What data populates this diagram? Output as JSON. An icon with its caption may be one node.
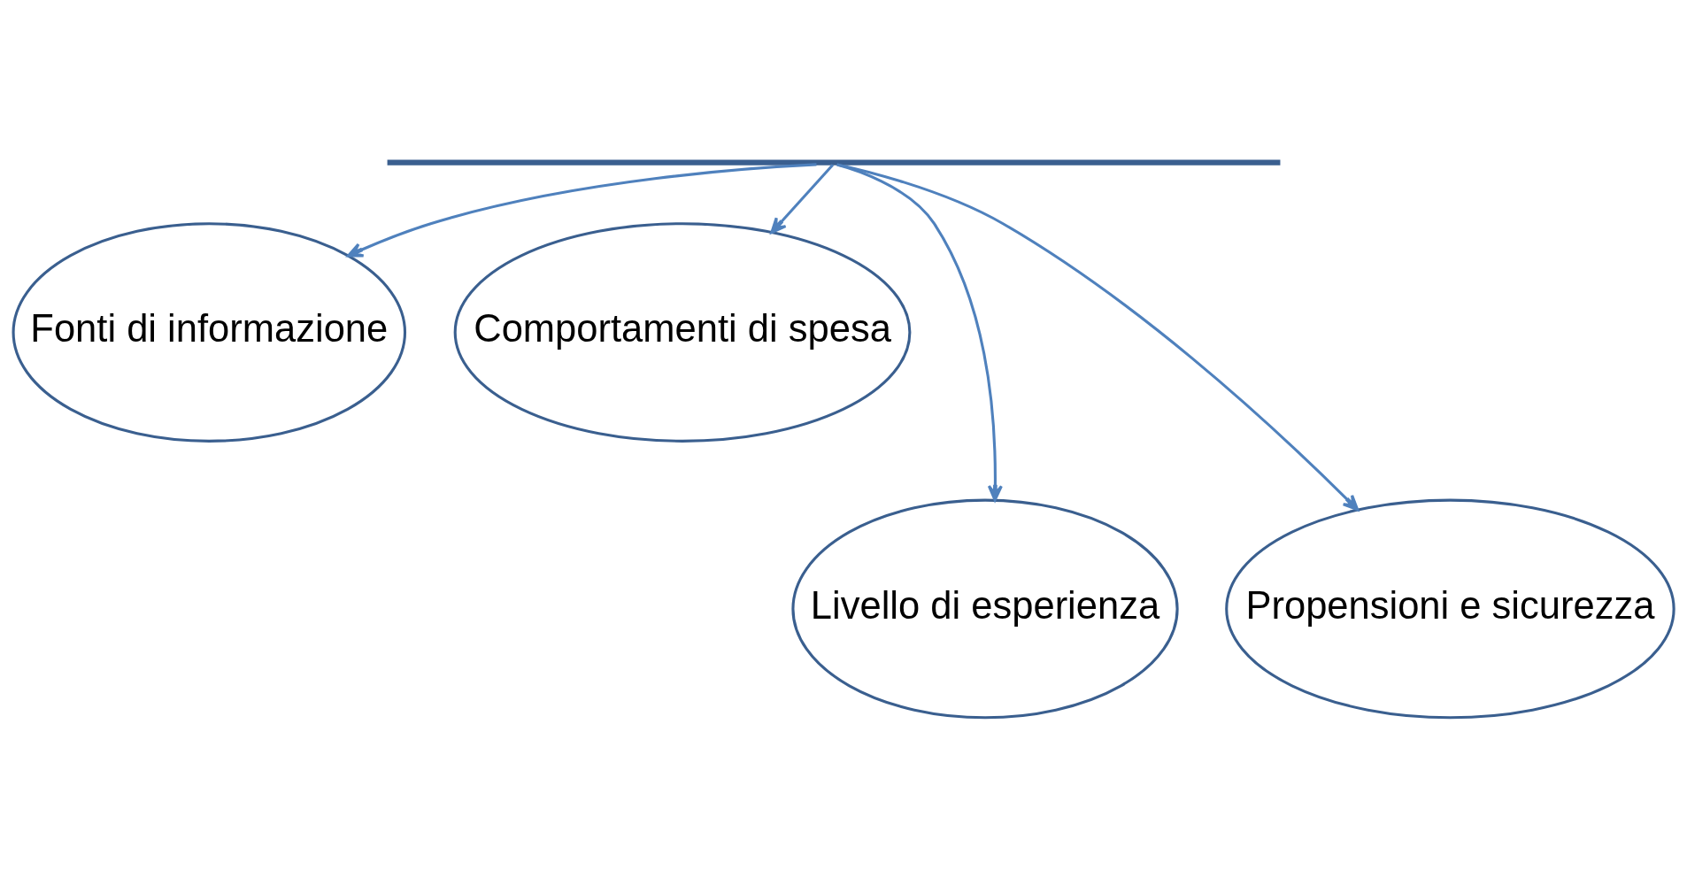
{
  "diagram": {
    "nodes": [
      {
        "text": [],
        "shape": "bar"
      },
      {
        "text": [
          "Fonti di informazione"
        ]
      },
      {
        "text": [
          "Comportamenti di spesa"
        ]
      },
      {
        "text": [
          "Livello di esperienza"
        ]
      },
      {
        "text": [
          "Propensioni e sicurezza"
        ]
      }
    ],
    "edges": [
      {
        "from": 0,
        "to": 1,
        "arrow": "to"
      },
      {
        "from": 0,
        "to": 3,
        "arrow": "to"
      },
      {
        "from": 0,
        "to": 4,
        "arrow": "to"
      },
      {
        "from": 0,
        "to": 2,
        "arrow": "to"
      }
    ]
  }
}
